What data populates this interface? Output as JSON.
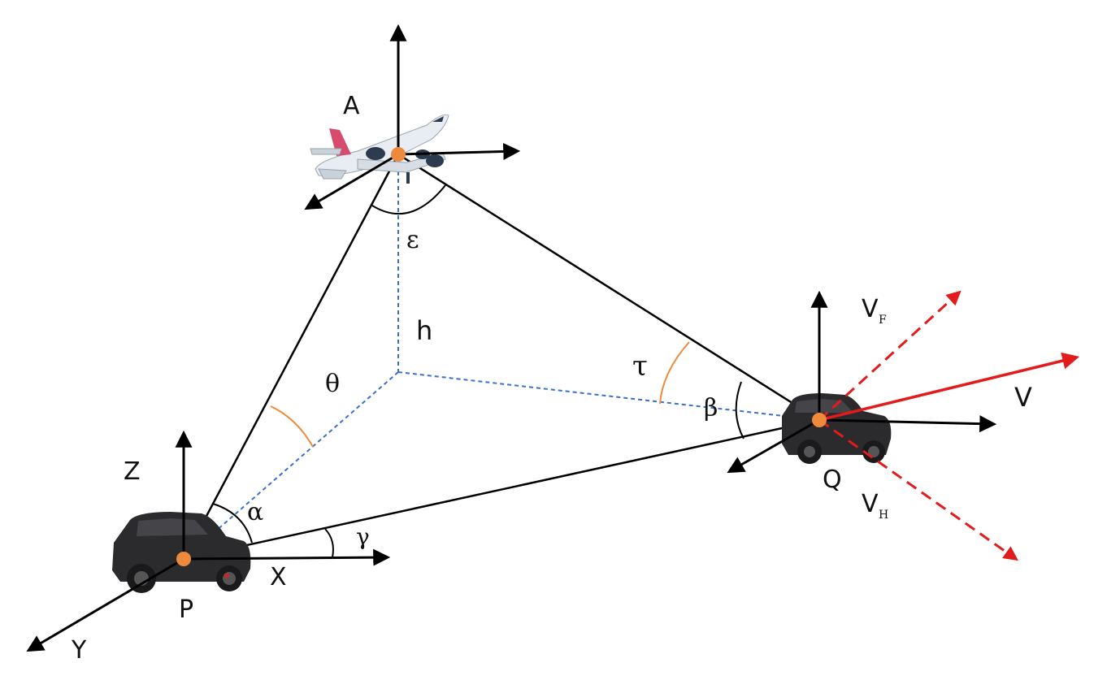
{
  "colors": {
    "line": "#000000",
    "dashed_projection": "#3a6fd0",
    "angle_arc_orange": "#f08a3a",
    "node_orange": "#ee8a3c",
    "velocity_red": "#e21b1b",
    "vehicle_body": "#2b2b2e",
    "aircraft_body": "#e8edf3",
    "aircraft_tail": "#d64b6e"
  },
  "icons": {
    "aircraft": "airplane-icon",
    "vehicle_p": "car-icon",
    "vehicle_q": "car-icon"
  },
  "labels": {
    "A": "A",
    "P": "P",
    "Q": "Q",
    "X": "X",
    "Y": "Y",
    "Z": "Z",
    "h": "h",
    "epsilon": "ε",
    "theta": "θ",
    "tau": "τ",
    "beta": "β",
    "alpha": "α",
    "gamma": "γ",
    "V": "V",
    "VF": "V",
    "VF_sub": "F",
    "VH": "V",
    "VH_sub": "H"
  }
}
